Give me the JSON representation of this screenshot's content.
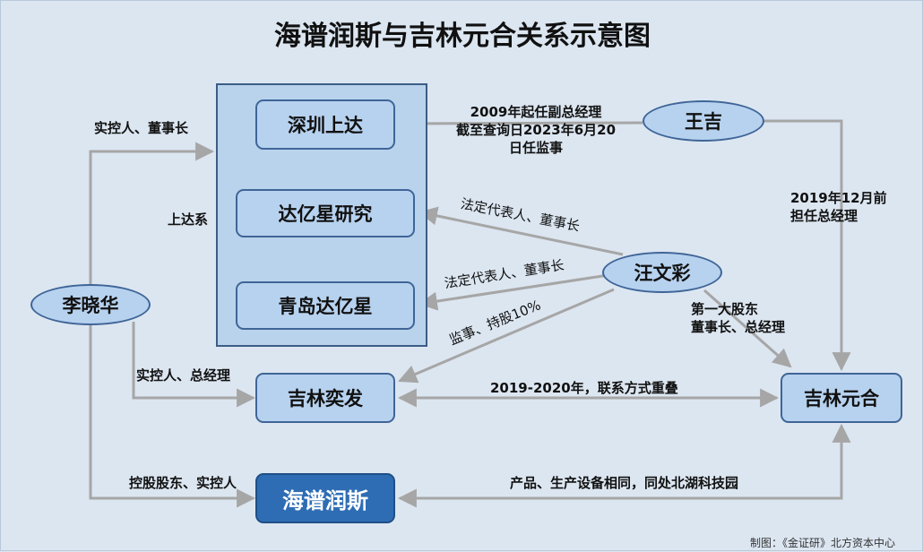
{
  "title": "海谱润斯与吉林元合关系示意图",
  "group_label": "上达系",
  "nodes": {
    "shenzhen_shangda": "深圳上达",
    "dayixing_yanjiu": "达亿星研究",
    "qingdao_dayixing": "青岛达亿星",
    "jilin_yifa": "吉林奕发",
    "haipu_runsi": "海谱润斯",
    "jilin_yuanhe": "吉林元合",
    "li_xiaohua": "李晓华",
    "wang_ji": "王吉",
    "wang_wencai": "汪文彩"
  },
  "edge_labels": {
    "li_to_shangda": "实控人、董事长",
    "li_to_yifa": "实控人、总经理",
    "li_to_haipu": "控股股东、实控人",
    "wangji_to_shenzhen_line1": "2009年起任副总经理",
    "wangji_to_shenzhen_line2": "截至查询日2023年6月20",
    "wangji_to_shenzhen_line3": "日任监事",
    "wangji_to_yuanhe_line1": "2019年12月前",
    "wangji_to_yuanhe_line2": "担任总经理",
    "wang_to_dayixing": "法定代表人、董事长",
    "wang_to_qingdao": "法定代表人、董事长",
    "wang_to_yifa": "监事、持股10%",
    "wang_to_yuanhe_line1": "第一大股东",
    "wang_to_yuanhe_line2": "董事长、总经理",
    "yifa_yuanhe": "2019-2020年，联系方式重叠",
    "haipu_yuanhe": "产品、生产设备相同，同处北湖科技园"
  },
  "footer": "制图：《金证研》北方资本中心",
  "colors": {
    "background": "#dce6f1",
    "node_fill": "#b7d2ef",
    "node_border": "#3f6597",
    "group_fill": "#b9d3ec",
    "highlight_fill": "#2e6db4",
    "connector": "#a6a6a6"
  }
}
